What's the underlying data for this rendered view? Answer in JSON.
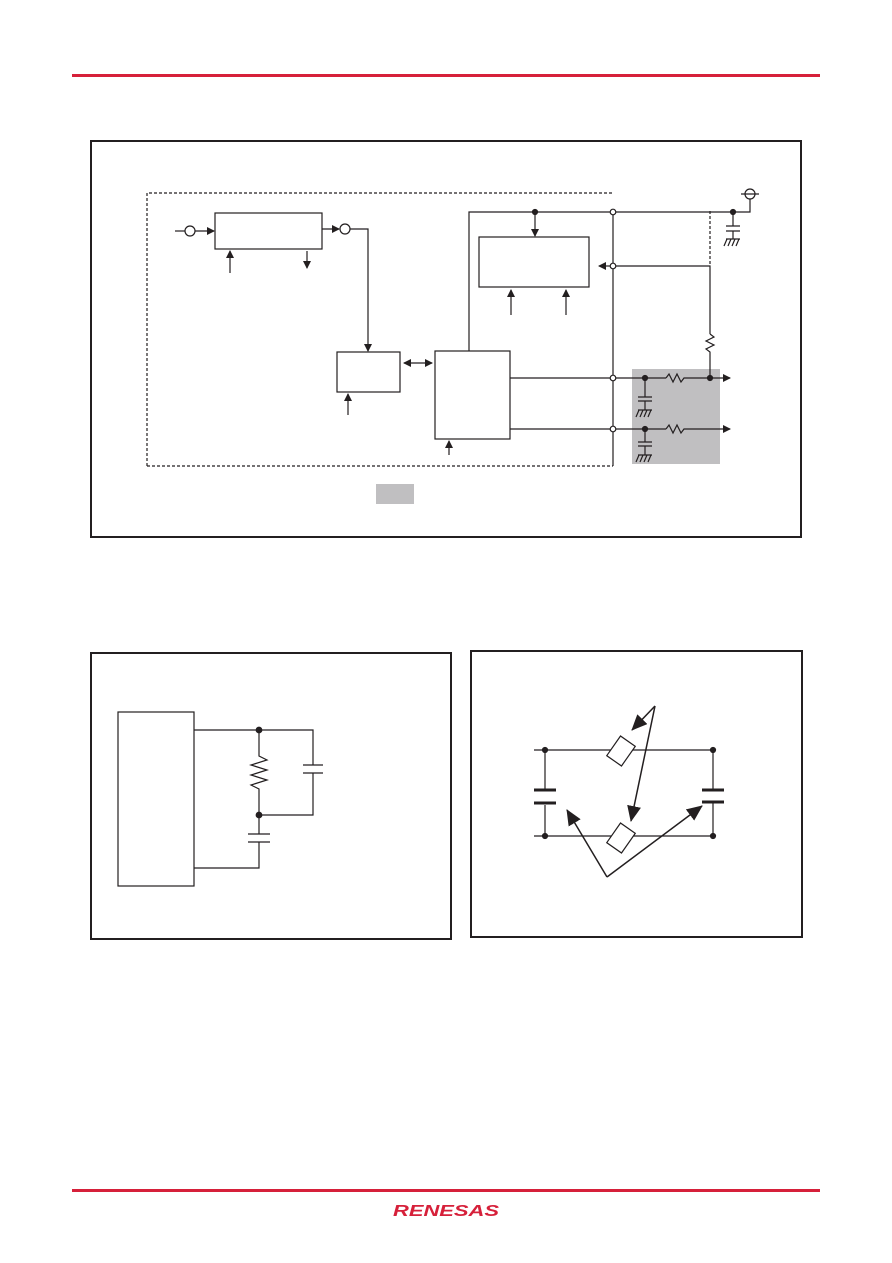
{
  "page": {
    "accent_color": "#d6203a",
    "line_color": "#231f20",
    "shade_color": "#c0bfc1",
    "logo_text": "RENESAS"
  },
  "figures": [
    {
      "id": "pll-block-diagram",
      "title": ""
    },
    {
      "id": "external-filter-circuit",
      "title": ""
    },
    {
      "id": "board-layout-example",
      "title": ""
    }
  ]
}
